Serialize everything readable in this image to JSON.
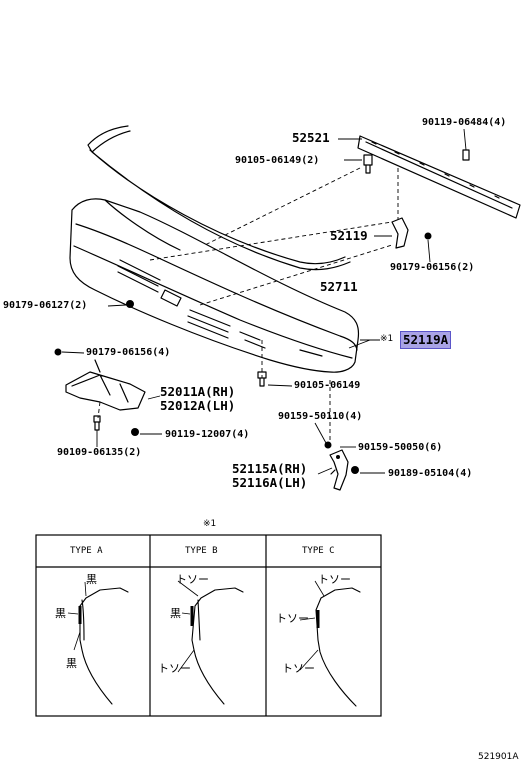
{
  "callouts": {
    "p52521": "52521",
    "p90119_06484": "90119-06484(4)",
    "p90105_06149_2": "90105-06149(2)",
    "p52119": "52119",
    "p90179_06156_2": "90179-06156(2)",
    "p52711": "52711",
    "p90179_06127": "90179-06127(2)",
    "p52119A": "52119A",
    "note_mark": "※1",
    "p90179_06156_4": "90179-06156(4)",
    "p52011A": "52011A(RH)",
    "p52012A": "52012A(LH)",
    "p90105_06149": "90105-06149",
    "p90159_50110": "90159-50110(4)",
    "p90119_12007": "90119-12007(4)",
    "p90159_50050": "90159-50050(6)",
    "p90109_06135": "90109-06135(2)",
    "p52115A": "52115A(RH)",
    "p52116A": "52116A(LH)",
    "p90189_05104": "90189-05104(4)"
  },
  "table": {
    "note_mark": "※1",
    "headers": [
      "TYPE  A",
      "TYPE  B",
      "TYPE  C"
    ],
    "type_a": {
      "top": "黒",
      "mid": "黒",
      "bottom": "黒"
    },
    "type_b": {
      "top": "トソー",
      "mid": "黒",
      "bottom": "トソー"
    },
    "type_c": {
      "top": "トソー",
      "mid": "トソー",
      "bottom": "トソー"
    }
  },
  "diagram_code": "521901A",
  "colors": {
    "highlight": "#a9a3e6",
    "highlight_border": "#5b55c9"
  }
}
